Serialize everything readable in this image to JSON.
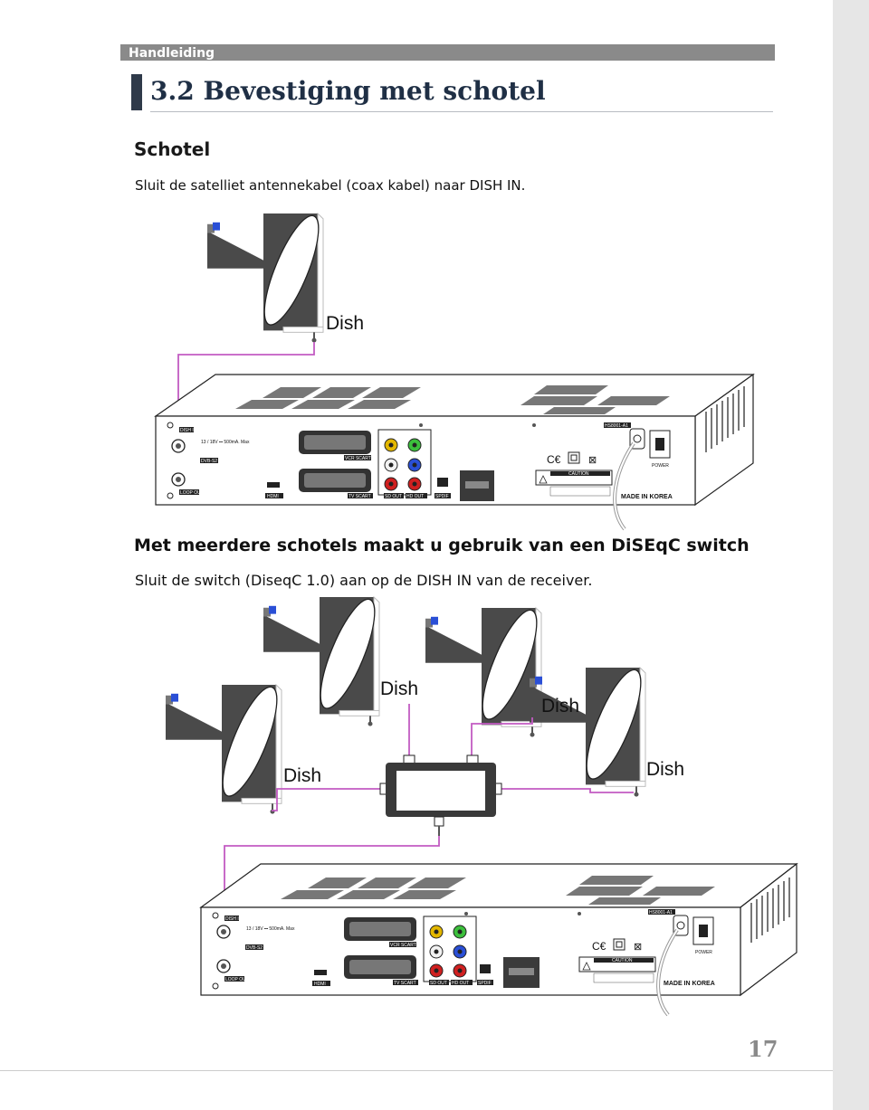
{
  "header": {
    "section": "Handleiding"
  },
  "title": "3.2 Bevestiging met schotel",
  "section1": {
    "heading": "Schotel",
    "text": "Sluit de satelliet antennekabel (coax kabel) naar DISH IN."
  },
  "diagram1": {
    "dish_label": "Dish",
    "receiver": {
      "model": "HS8001-A1",
      "dish_in": "DISH IN",
      "power_spec": "13 / 18V ⎓ 500mA. Max",
      "dvb_s2": "DVB-S2",
      "loop_out": "LOOP OUT",
      "vcr_scart": "VCR SCART",
      "tv_scart": "TV SCART",
      "hdmi": "HDMI",
      "sd_out": "SD OUT",
      "hd_out": "HD OUT",
      "spdif": "SPDIF",
      "caution": "CAUTION",
      "power": "POWER",
      "made_in": "MADE IN KOREA"
    }
  },
  "section2": {
    "heading": "Met meerdere schotels maakt u gebruik van een DiSEqC switch",
    "text": "Sluit de switch (DiseqC 1.0) aan op de DISH IN van de receiver."
  },
  "diagram2": {
    "dish_labels": [
      "Dish",
      "Dish",
      "Dish",
      "Dish"
    ],
    "receiver": {
      "model": "HS8001-A1",
      "dish_in": "DISH IN",
      "power_spec": "13 / 18V ⎓ 500mA. Max",
      "dvb_s2": "DVB-S2",
      "loop_out": "LOOP OUT",
      "vcr_scart": "VCR SCART",
      "tv_scart": "TV SCART",
      "hdmi": "HDMI",
      "sd_out": "SD OUT",
      "hd_out": "HD OUT",
      "spdif": "SPDIF",
      "caution": "CAUTION",
      "power": "POWER",
      "made_in": "MADE IN KOREA"
    }
  },
  "page_number": "17",
  "colors": {
    "cable": "#c25bc2",
    "lnb": "#2a4fd6",
    "title": "#1f2f45",
    "header_bar": "#8a8a8a"
  }
}
